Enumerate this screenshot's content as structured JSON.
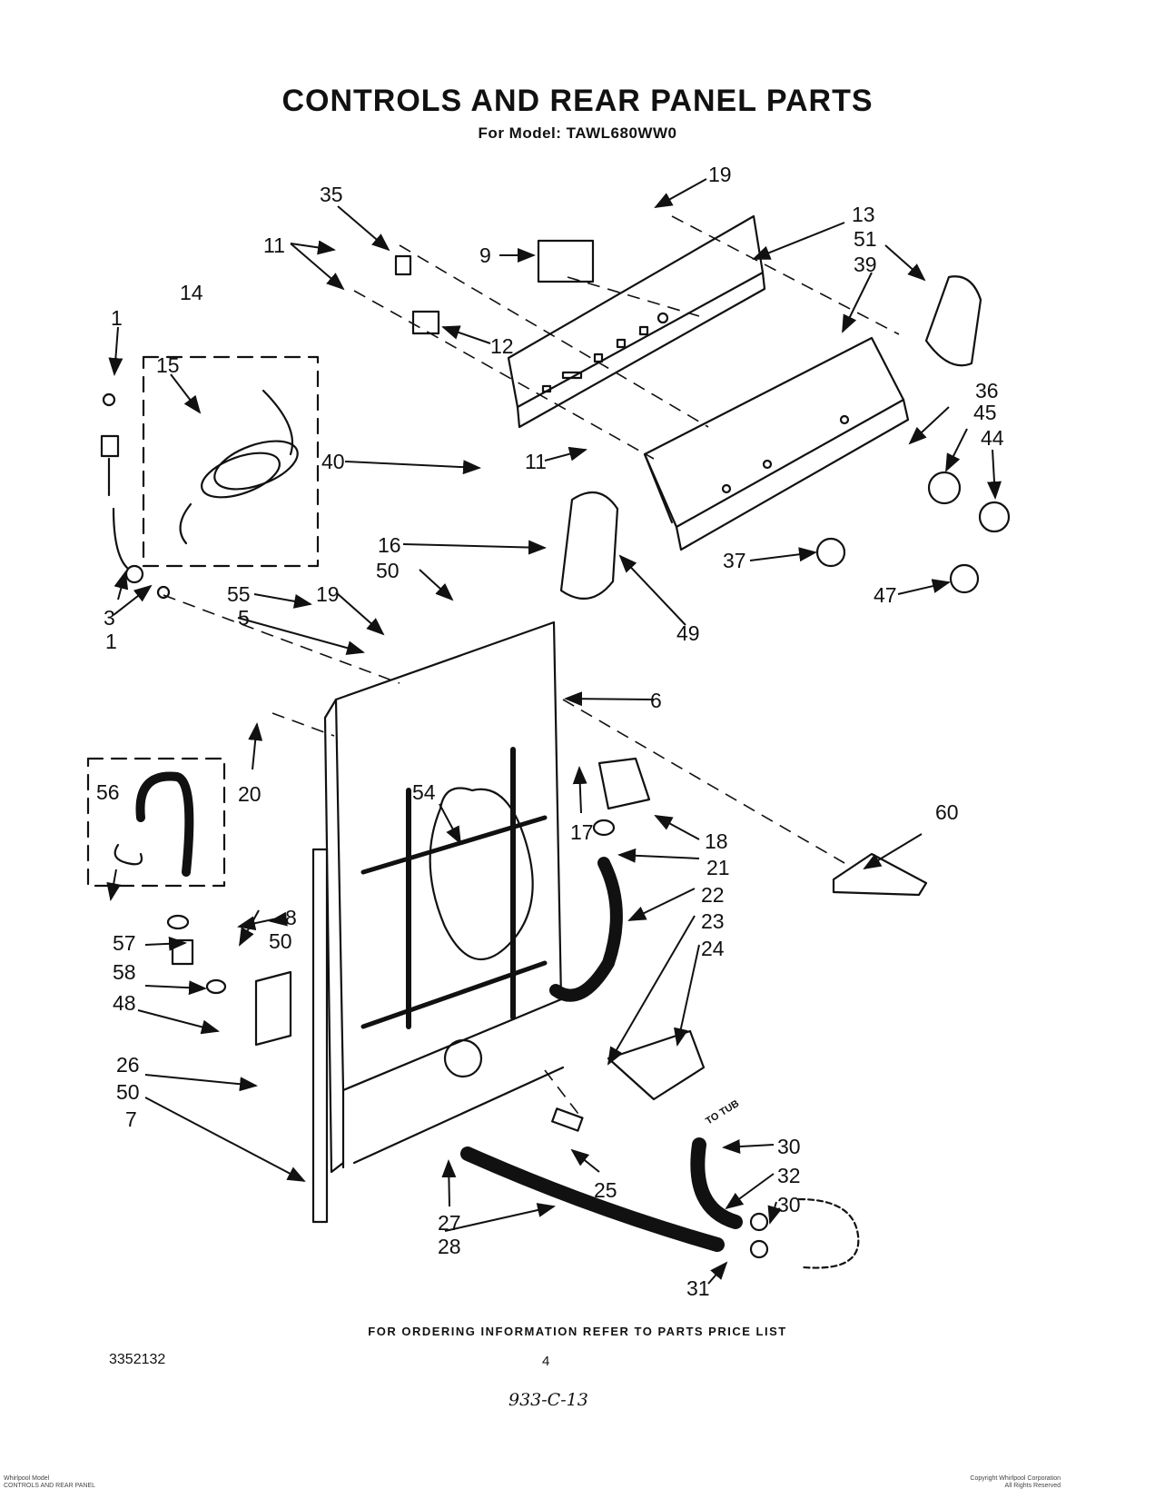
{
  "header": {
    "title": "CONTROLS AND REAR PANEL PARTS",
    "subtitle": "For Model: TAWL680WW0"
  },
  "callouts": {
    "c1a": "1",
    "c1b": "1",
    "c3": "3",
    "c5": "5",
    "c6": "6",
    "c7": "7",
    "c8": "8",
    "c9": "9",
    "c11a": "11",
    "c11b": "11",
    "c12": "12",
    "c13": "13",
    "c14": "14",
    "c15": "15",
    "c16": "16",
    "c17": "17",
    "c18": "18",
    "c19a": "19",
    "c19b": "19",
    "c20": "20",
    "c21": "21",
    "c22": "22",
    "c23": "23",
    "c24": "24",
    "c25": "25",
    "c26": "26",
    "c27": "27",
    "c28": "28",
    "c30a": "30",
    "c30b": "30",
    "c31": "31",
    "c32": "32",
    "c35": "35",
    "c36": "36",
    "c37": "37",
    "c39": "39",
    "c40": "40",
    "c44": "44",
    "c45": "45",
    "c47": "47",
    "c48": "48",
    "c49": "49",
    "c50a": "50",
    "c50b": "50",
    "c50c": "50",
    "c51": "51",
    "c54": "54",
    "c55": "55",
    "c56": "56",
    "c57": "57",
    "c58": "58",
    "c60": "60",
    "to_tub": "TO TUB"
  },
  "footer": {
    "ordering_note": "FOR ORDERING INFORMATION REFER TO PARTS PRICE LIST",
    "doc_number": "3352132",
    "page": "4",
    "handwritten": "933-C-13",
    "small_left_1": "Whirlpool Model",
    "small_left_2": "CONTROLS AND REAR PANEL",
    "small_right_1": "Copyright Whirlpool Corporation",
    "small_right_2": "All Rights Reserved"
  }
}
